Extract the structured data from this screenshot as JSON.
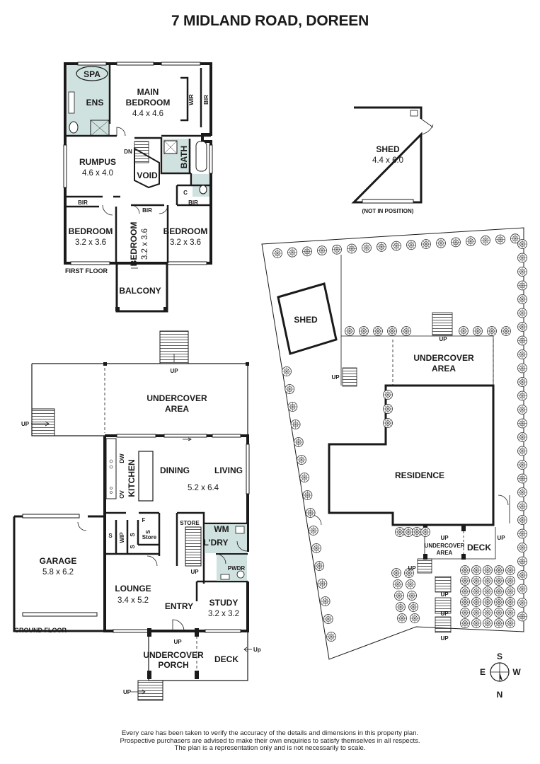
{
  "title": "7 MIDLAND ROAD, DOREEN",
  "floors": {
    "first": "FIRST FLOOR",
    "ground": "GROUND FLOOR"
  },
  "first_floor": {
    "spa": "SPA",
    "ens": "ENS",
    "main_bedroom": "MAIN",
    "main_bedroom_2": "BEDROOM",
    "main_bedroom_dim": "4.4 x 4.6",
    "wir": "WIR",
    "bir_main": "BIR",
    "dn": "DN",
    "rumpus": "RUMPUS",
    "rumpus_dim": "4.6 x 4.0",
    "void": "VOID",
    "bath": "BATH",
    "c": "C",
    "bir_left": "BIR",
    "bir_mid": "BIR",
    "bir_right": "BIR",
    "bed_left": "BEDROOM",
    "bed_left_dim": "3.2 x 3.6",
    "bed_mid": "BEDROOM",
    "bed_mid_dim": "3.2 x 3.6",
    "bed_right": "BEDROOM",
    "bed_right_dim": "3.2 x 3.6",
    "balcony": "BALCONY"
  },
  "shed_detached": {
    "name": "SHED",
    "dim": "4.4 x 6.0",
    "note": "(NOT IN POSITION)"
  },
  "ground_floor": {
    "up_stair_top": "UP",
    "undercover": "UNDERCOVER",
    "area": "AREA",
    "up_left": "UP",
    "dw": "DW",
    "kitchen": "KITCHEN",
    "ov": "OV",
    "dining": "DINING",
    "living": "LIVING",
    "living_dim": "5.2 x 6.4",
    "s1": "S",
    "wip": "WIP",
    "s2": "S",
    "s3": "S",
    "f": "F",
    "s4": "S",
    "store_small": "Store",
    "store": "STORE",
    "wm": "WM",
    "ldry": "L'DRY",
    "up_stair": "UP",
    "pwdr": "PWDR",
    "garage": "GARAGE",
    "garage_dim": "5.8 x 6.2",
    "lounge": "LOUNGE",
    "lounge_dim": "3.4 x 5.2",
    "entry": "ENTRY",
    "study": "STUDY",
    "study_dim": "3.2 x 3.2",
    "up_porch": "UP",
    "porch1": "UNDERCOVER",
    "porch2": "PORCH",
    "deck": "DECK",
    "up_deck": "Up",
    "up_bottom": "UP"
  },
  "site": {
    "shed": "SHED",
    "undercover": "UNDERCOVER",
    "area": "AREA",
    "up_top": "UP",
    "up_left": "UP",
    "residence": "RESIDENCE",
    "uc_small1": "UNDERCOVER",
    "uc_small2": "AREA",
    "deck": "DECK",
    "up_a": "UP",
    "up_b": "UP",
    "up_c": "UP",
    "up_d": "UP",
    "up_e": "UP",
    "up_f": "UP"
  },
  "compass": {
    "s": "S",
    "e": "E",
    "w": "W",
    "n": "N"
  },
  "disclaimer": [
    "Every care has been taken to verify the accuracy of the details and dimensions in this property plan.",
    "Prospective purchasers are advised to make their own enquiries to satisfy themselves in all respects.",
    "The plan is a representation only and is not necessarily to scale."
  ]
}
